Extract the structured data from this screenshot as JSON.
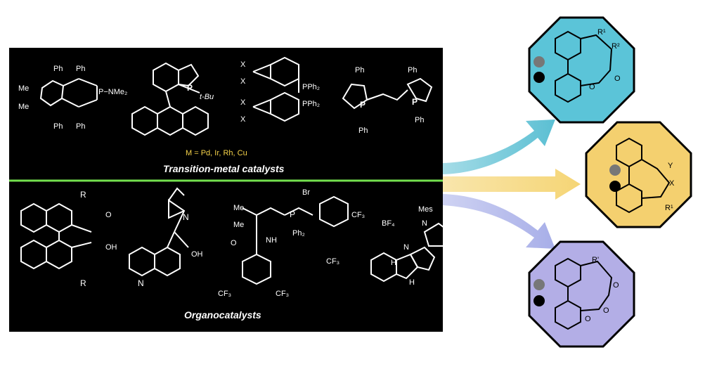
{
  "top_panel": {
    "metals_line": "M = Pd, Ir, Rh, Cu",
    "caption": "Transition-metal catalysts",
    "labels": {
      "me1": "Me",
      "me2": "Me",
      "ph1": "Ph",
      "ph2": "Ph",
      "ph3": "Ph",
      "ph4": "Ph",
      "p_nme2": "P−NMe₂",
      "p_tbu": "P",
      "tbu": "t-Bu",
      "x1": "X",
      "x2": "X",
      "x3": "X",
      "x4": "X",
      "pph2_1": "PPh₂",
      "pph2_2": "PPh₂",
      "ph5": "Ph",
      "ph6": "Ph",
      "ph7": "Ph",
      "ph8": "Ph",
      "p1": "P",
      "p2": "P"
    }
  },
  "bottom_panel": {
    "caption": "Organocatalysts",
    "labels": {
      "r1": "R",
      "r2": "R",
      "oh1": "OH",
      "o_eq": "O",
      "n1": "N",
      "oh2": "OH",
      "n2": "N",
      "me3": "Me",
      "me4": "Me",
      "nh": "NH",
      "o_amide": "O",
      "p_plus": "P",
      "ph2": "Ph₂",
      "br": "Br",
      "cf3_1": "CF₃",
      "cf3_2": "CF₃",
      "cf3_3": "CF₃",
      "cf3_4": "CF₃",
      "bf4": "BF₄",
      "mes": "Mes",
      "n3": "N",
      "n4": "N",
      "h1": "H",
      "h2": "H"
    }
  },
  "products": {
    "top": {
      "r1": "R¹",
      "r2": "R²",
      "o": "O",
      "o_carbonyl": "O",
      "color": "#5bc4d8"
    },
    "middle": {
      "y": "Y",
      "x": "X",
      "r1": "R¹",
      "color": "#f4d06f"
    },
    "bottom": {
      "r": "R'",
      "o1": "O",
      "o2": "O",
      "o3": "O",
      "color": "#b3aee6"
    }
  },
  "colors": {
    "panel_bg": "#000000",
    "divider": "#74e04e",
    "metals_text": "#f6d34a",
    "arrow_teal": "#5bbfd3",
    "arrow_yellow": "#f5d575",
    "arrow_purple": "#a7aee8"
  }
}
